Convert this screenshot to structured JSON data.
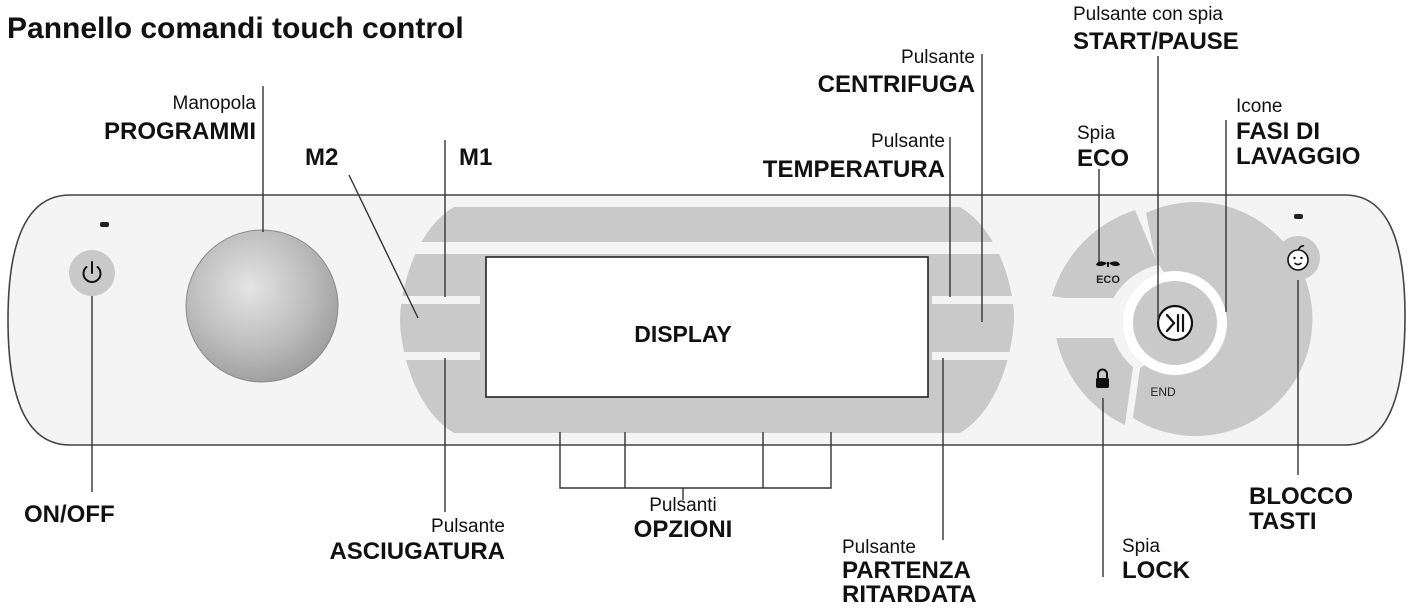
{
  "title": "Pannello comandi touch control",
  "display": {
    "text": "DISPLAY"
  },
  "panel_glyphs": {
    "eco": "ECO",
    "end": "END",
    "start_pause_icon": "play-pause-icon",
    "power_icon": "power-icon",
    "lock_icon": "lock-icon",
    "eco_icon": "leaf-icon",
    "child_icon": "child-face-icon"
  },
  "labels": {
    "programmi": {
      "small": "Manopola",
      "bold": "PROGRAMMI"
    },
    "m2": {
      "bold": "M2"
    },
    "m1": {
      "bold": "M1"
    },
    "centrifuga": {
      "small": "Pulsante",
      "bold": "CENTRIFUGA"
    },
    "temperatura": {
      "small": "Pulsante",
      "bold": "TEMPERATURA"
    },
    "start_pause": {
      "small": "Pulsante con spia",
      "bold": "START/PAUSE"
    },
    "eco": {
      "small": "Spia",
      "bold": "ECO"
    },
    "fasi": {
      "small": "Icone",
      "bold1": "FASI DI",
      "bold2": "LAVAGGIO"
    },
    "onoff": {
      "bold": "ON/OFF"
    },
    "asciugatura": {
      "small": "Pulsante",
      "bold": "ASCIUGATURA"
    },
    "opzioni": {
      "small": "Pulsanti",
      "bold": "OPZIONI"
    },
    "partenza": {
      "small": "Pulsante",
      "bold1": "PARTENZA",
      "bold2": "RITARDATA"
    },
    "lock": {
      "small": "Spia",
      "bold": "LOCK"
    },
    "blocco": {
      "bold1": "BLOCCO",
      "bold2": "TASTI"
    }
  },
  "colors": {
    "panel_fill": "#f4f4f4",
    "panel_stroke": "#444444",
    "grey": "#c9c9c9",
    "knob": "#b9b9b9"
  }
}
